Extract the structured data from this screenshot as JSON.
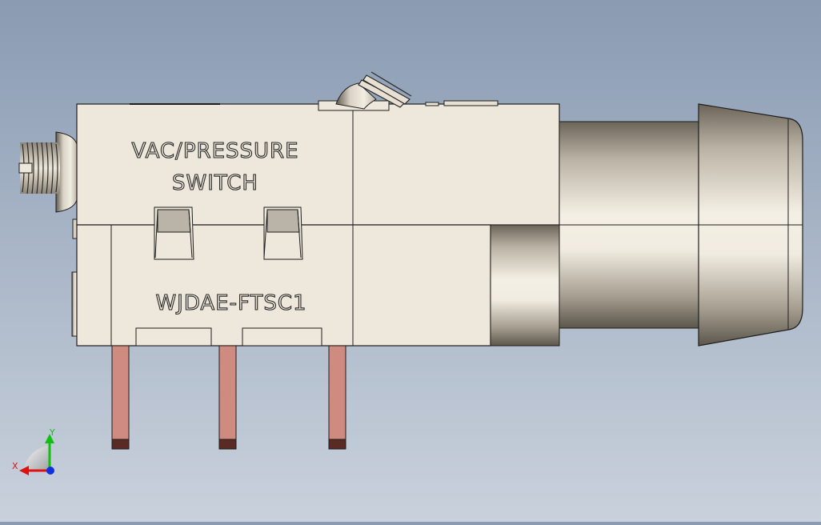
{
  "model": {
    "label_line1": "VAC/PRESSURE",
    "label_line2": "SWITCH",
    "part_number": "WJDAE-FTSC1"
  },
  "triad": {
    "x_label": "X",
    "y_label": "Y"
  },
  "colors": {
    "body": "#eee8dc",
    "edge": "#1e1e1e",
    "pin": "#cf8b80",
    "pin_tip": "#5a2a24",
    "background_top": "#8a9bb2",
    "background_bottom": "#c9d1dc",
    "x_axis": "#e01010",
    "y_axis": "#10c010",
    "z_axis": "#1030e0"
  }
}
